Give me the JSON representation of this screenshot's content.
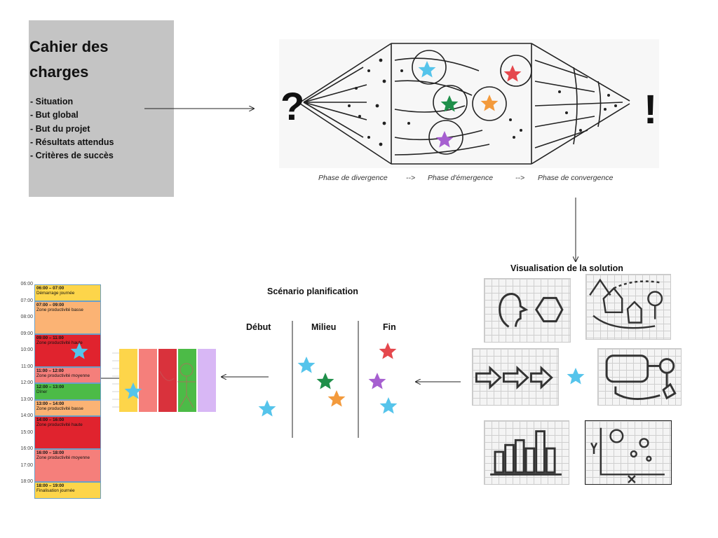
{
  "cahier": {
    "title": "Cahier des charges",
    "items": [
      "- Situation",
      "- But global",
      "- But du projet",
      "- Résultats attendus",
      "- Critères de succès"
    ]
  },
  "diamond": {
    "start_symbol": "?",
    "end_symbol": "!"
  },
  "phases": {
    "divergence": "Phase de divergence",
    "arrow1": "-->",
    "emergence": "Phase d'émergence",
    "arrow2": "-->",
    "convergence": "Phase de convergence"
  },
  "visualisation": {
    "title": "Visualisation de la solution"
  },
  "scenario": {
    "title": "Scénario planification",
    "col_debut": "Début",
    "col_milieu": "Milieu",
    "col_fin": "Fin"
  },
  "schedule": {
    "hours": [
      "06:00",
      "07:00",
      "08:00",
      "09:00",
      "10:00",
      "11:00",
      "12:00",
      "13:00",
      "14:00",
      "15:00",
      "16:00",
      "17:00",
      "18:00"
    ],
    "blocks": [
      {
        "time": "06:00 – 07:00",
        "label": "Démarrage journée",
        "color": "#fdd54a"
      },
      {
        "time": "07:00 – 09:00",
        "label": "Zone productivité basse",
        "color": "#fbb374"
      },
      {
        "time": "09:00 – 11:00",
        "label": "Zone productivité haute",
        "color": "#e0232e"
      },
      {
        "time": "11:00 – 12:00",
        "label": "Zone productivité moyenne",
        "color": "#f57f7b"
      },
      {
        "time": "12:00 – 13:00",
        "label": "Dîner",
        "color": "#4cbb47"
      },
      {
        "time": "13:00 – 14:00",
        "label": "Zone productivité basse",
        "color": "#fbb374"
      },
      {
        "time": "14:00 – 16:00",
        "label": "Zone productivité haute",
        "color": "#e0232e"
      },
      {
        "time": "16:00 – 18:00",
        "label": "Zone productivité moyenne",
        "color": "#f57f7b"
      },
      {
        "time": "18:00 – 19:00",
        "label": "Finalisation journée",
        "color": "#fdd54a"
      }
    ]
  },
  "minical": {
    "columns": [
      "#fdd54a",
      "#f57f7b",
      "#d9323c",
      "#4cbb47",
      "#d8b7f5"
    ]
  },
  "colors": {
    "star_blue": "#55c4eb",
    "star_green": "#1f8f4a",
    "star_orange": "#f39a3c",
    "star_red": "#e5484d",
    "star_purple": "#a65fd0",
    "cahier_bg": "#c4c4c4"
  }
}
